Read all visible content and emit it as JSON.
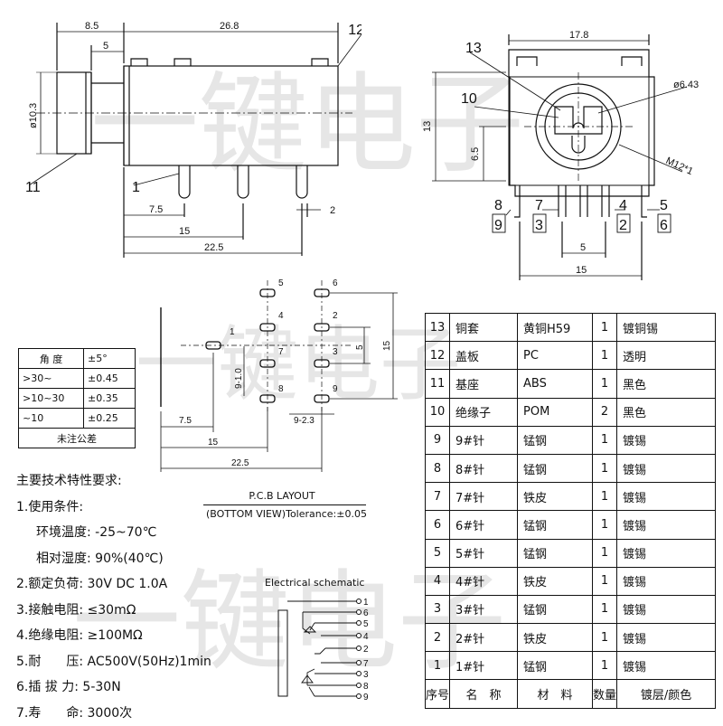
{
  "side_view": {
    "dims": [
      "8.5",
      "26.8",
      "5",
      "7.5",
      "15",
      "22.5",
      "2"
    ],
    "diameter": "ø10.3",
    "callouts": [
      "11",
      "1",
      "12"
    ]
  },
  "front_view": {
    "dims": [
      "17.8",
      "13",
      "6.5",
      "5",
      "15"
    ],
    "diameter": "ø6.43",
    "thread": "M12*1",
    "callouts": [
      "13",
      "10"
    ],
    "pins": [
      "8",
      "9",
      "7",
      "3",
      "4",
      "2",
      "5",
      "6"
    ]
  },
  "pcb": {
    "pins": [
      "5",
      "6",
      "4",
      "2",
      "1",
      "7",
      "3",
      "8",
      "9"
    ],
    "dims": [
      "5",
      "15",
      "9-1.0",
      "9-2.3",
      "7.5",
      "15",
      "22.5"
    ],
    "title": "P.C.B LAYOUT",
    "subtitle": "(BOTTOM VIEW)Tolerance:±0.05"
  },
  "tolerance": {
    "header": [
      "角 度",
      "±5°"
    ],
    "rows": [
      [
        ">30~",
        "±0.45"
      ],
      [
        ">10~30",
        "±0.35"
      ],
      [
        "~10",
        "±0.25"
      ]
    ],
    "footer": "未注公差"
  },
  "specs": {
    "title": "主要技术特性要求:",
    "l1": "1.使用条件:",
    "l1a": "环境温度: -25~70℃",
    "l1b": "相对湿度: 90%(40℃)",
    "l2": "2.额定负荷: 30V DC 1.0A",
    "l3": "3.接触电阻: ≤30mΩ",
    "l4": "4.绝缘电阻: ≥100MΩ",
    "l5": "5.耐　　压: AC500V(50Hz)1min",
    "l6": "6.插 拔 力: 5-30N",
    "l7": "7.寿　　命: 3000次"
  },
  "schematic": {
    "title": "Electrical schematic",
    "labels": [
      "1",
      "6",
      "5",
      "4",
      "2",
      "7",
      "3",
      "8",
      "9"
    ]
  },
  "bom": {
    "rows": [
      [
        "13",
        "铜套",
        "黄铜H59",
        "1",
        "镀铜锡"
      ],
      [
        "12",
        "盖板",
        "PC",
        "1",
        "透明"
      ],
      [
        "11",
        "基座",
        "ABS",
        "1",
        "黑色"
      ],
      [
        "10",
        "绝缘子",
        "POM",
        "2",
        "黑色"
      ],
      [
        "9",
        "9#针",
        "锰钢",
        "1",
        "镀锡"
      ],
      [
        "8",
        "8#针",
        "锰钢",
        "1",
        "镀锡"
      ],
      [
        "7",
        "7#针",
        "铁皮",
        "1",
        "镀锡"
      ],
      [
        "6",
        "6#针",
        "锰钢",
        "1",
        "镀锡"
      ],
      [
        "5",
        "5#针",
        "锰钢",
        "1",
        "镀锡"
      ],
      [
        "4",
        "4#针",
        "铁皮",
        "1",
        "镀锡"
      ],
      [
        "3",
        "3#针",
        "锰钢",
        "1",
        "镀锡"
      ],
      [
        "2",
        "2#针",
        "铁皮",
        "1",
        "镀锡"
      ],
      [
        "1",
        "1#针",
        "锰钢",
        "1",
        "镀锡"
      ]
    ],
    "header": [
      "序号",
      "名　称",
      "材　料",
      "数量",
      "镀层/颜色"
    ]
  }
}
